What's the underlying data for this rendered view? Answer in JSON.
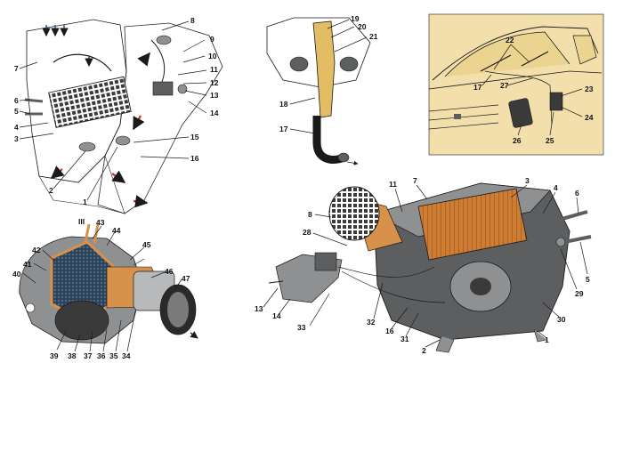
{
  "colors": {
    "panel": "#f2dfab",
    "panel_dark": "#e2bd63",
    "housing": "#5c5e60",
    "housing_light": "#8e9092",
    "radiator": "#cf7d33",
    "copper": "#d8914a",
    "red_arrow": "#d33a2c",
    "ink": "#1a1a1a"
  },
  "view_labels": {
    "section_III": "III"
  },
  "callouts": {
    "a": [
      "8",
      "9",
      "10",
      "11",
      "12",
      "13",
      "14",
      "15",
      "16",
      "7",
      "6",
      "5",
      "4",
      "3",
      "2",
      "1"
    ],
    "b": [
      "19",
      "20",
      "21",
      "18",
      "17"
    ],
    "c": [
      "22",
      "17",
      "27",
      "23",
      "24",
      "26",
      "25"
    ],
    "d": [
      "43",
      "44",
      "45",
      "46",
      "47",
      "42",
      "41",
      "40",
      "39",
      "38",
      "37",
      "36",
      "35",
      "34"
    ],
    "e": [
      "11",
      "7",
      "3",
      "4",
      "6",
      "8",
      "28",
      "5",
      "29",
      "13",
      "14",
      "33",
      "32",
      "16",
      "31",
      "2",
      "1",
      "30"
    ]
  }
}
